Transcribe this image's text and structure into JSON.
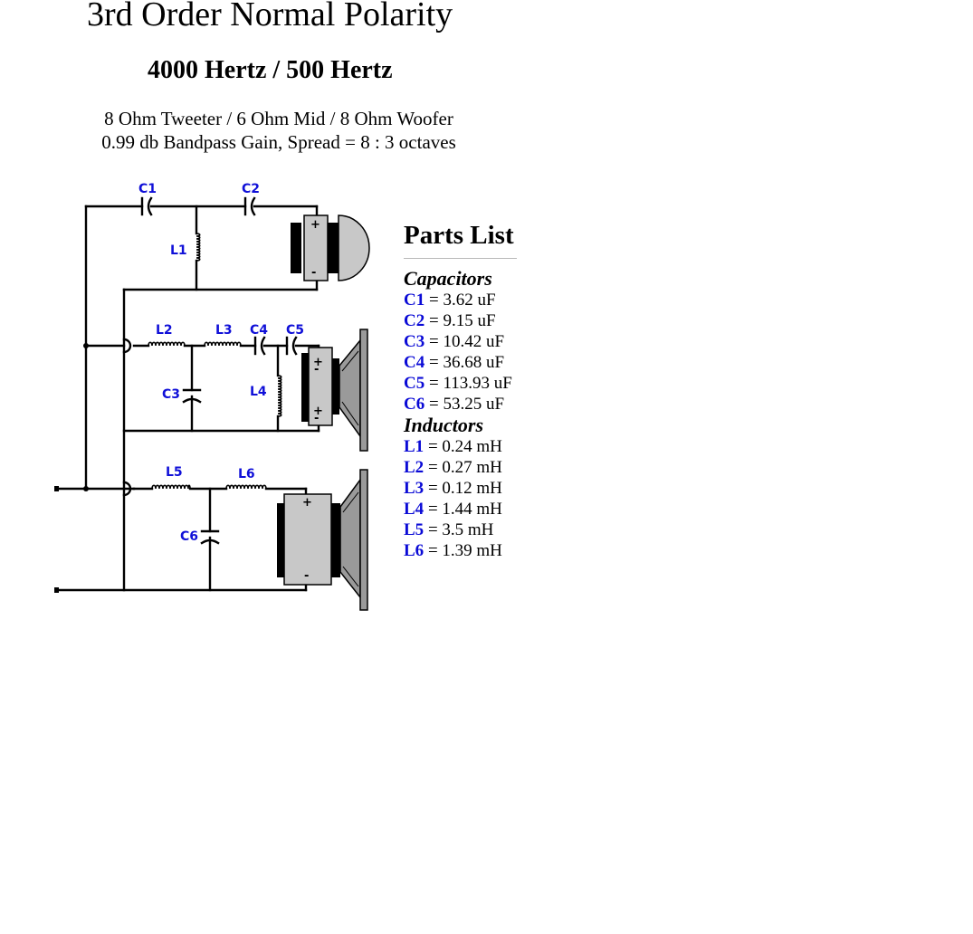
{
  "page": {
    "title": "3rd Order Normal Polarity",
    "frequencies": "4000 Hertz / 500 Hertz",
    "drivers": "8 Ohm Tweeter / 6 Ohm Mid / 8 Ohm Woofer",
    "gain": "0.99 db Bandpass Gain, Spread = 8 : 3 octaves"
  },
  "schematic": {
    "labels": {
      "C1": "C1",
      "C2": "C2",
      "L1": "L1",
      "L2": "L2",
      "L3": "L3",
      "C4": "C4",
      "C5": "C5",
      "C3": "C3",
      "L4": "L4",
      "L5": "L5",
      "L6": "L6",
      "C6": "C6"
    },
    "polarity": {
      "plus": "+",
      "minus": "-"
    }
  },
  "parts_list": {
    "title": "Parts List",
    "capacitors_heading": "Capacitors",
    "capacitors": [
      {
        "name": "C1",
        "value": " = 3.62 uF"
      },
      {
        "name": "C2",
        "value": " = 9.15 uF"
      },
      {
        "name": "C3",
        "value": " = 10.42 uF"
      },
      {
        "name": "C4",
        "value": " = 36.68 uF"
      },
      {
        "name": "C5",
        "value": " = 113.93 uF"
      },
      {
        "name": "C6",
        "value": " = 53.25 uF"
      }
    ],
    "inductors_heading": "Inductors",
    "inductors": [
      {
        "name": "L1",
        "value": " = 0.24 mH"
      },
      {
        "name": "L2",
        "value": " = 0.27 mH"
      },
      {
        "name": "L3",
        "value": " = 0.12 mH"
      },
      {
        "name": "L4",
        "value": " = 1.44 mH"
      },
      {
        "name": "L5",
        "value": " = 3.5 mH"
      },
      {
        "name": "L6",
        "value": " = 1.39 mH"
      }
    ]
  },
  "colors": {
    "label_blue": "#1010d8",
    "value_blue": "#0a0ad6",
    "driver_gray": "#c8c8c8",
    "frame_gray": "#9a9a9a"
  }
}
